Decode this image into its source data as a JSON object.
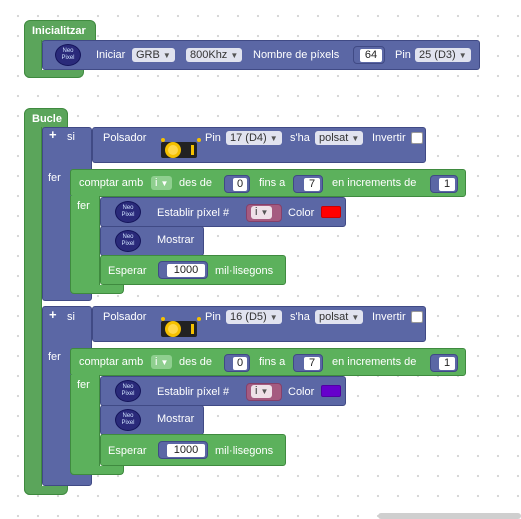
{
  "init_block": {
    "title": "Inicialitzar",
    "start_label": "Iniciar",
    "color_order": "GRB",
    "frequency": "800Khz",
    "pixels_label": "Nombre de píxels",
    "pixel_count": "64",
    "pin_label": "Pin",
    "pin_value": "25 (D3)"
  },
  "loop_block": {
    "title": "Bucle",
    "if_blocks": [
      {
        "plus": "+",
        "if_label": "si",
        "do_label": "fer",
        "button_label": "Polsador",
        "pin_label": "Pin",
        "pin_value": "17 (D4)",
        "state_label": "s'ha",
        "state_value": "polsat",
        "invert_label": "Invertir",
        "count": {
          "label": "comptar amb",
          "var": "i",
          "from_label": "des de",
          "from": "0",
          "to_label": "fins a",
          "to": "7",
          "step_label": "en increments de",
          "step": "1",
          "do_label": "fer",
          "set_pixel_label": "Establir píxel #",
          "pixel_var": "i",
          "color_label": "Color",
          "color": "#ff0000",
          "show_label": "Mostrar",
          "wait_label": "Esperar",
          "wait_value": "1000",
          "wait_unit": "mil·lisegons"
        }
      },
      {
        "plus": "+",
        "if_label": "si",
        "do_label": "fer",
        "button_label": "Polsador",
        "pin_label": "Pin",
        "pin_value": "16 (D5)",
        "state_label": "s'ha",
        "state_value": "polsat",
        "invert_label": "Invertir",
        "count": {
          "label": "comptar amb",
          "var": "i",
          "from_label": "des de",
          "from": "0",
          "to_label": "fins a",
          "to": "7",
          "step_label": "en increments de",
          "step": "1",
          "do_label": "fer",
          "set_pixel_label": "Establir píxel #",
          "pixel_var": "i",
          "color_label": "Color",
          "color": "#6600cc",
          "show_label": "Mostrar",
          "wait_label": "Esperar",
          "wait_value": "1000",
          "wait_unit": "mil·lisegons"
        }
      }
    ]
  },
  "neopixel_icon_text": "Neo Pixel",
  "icons": {
    "pixel": "neopixel-icon",
    "button": "push-button-icon",
    "dropdown": "dropdown-arrow-icon",
    "plus": "plus-icon"
  },
  "dropdown_arrow": "▼"
}
